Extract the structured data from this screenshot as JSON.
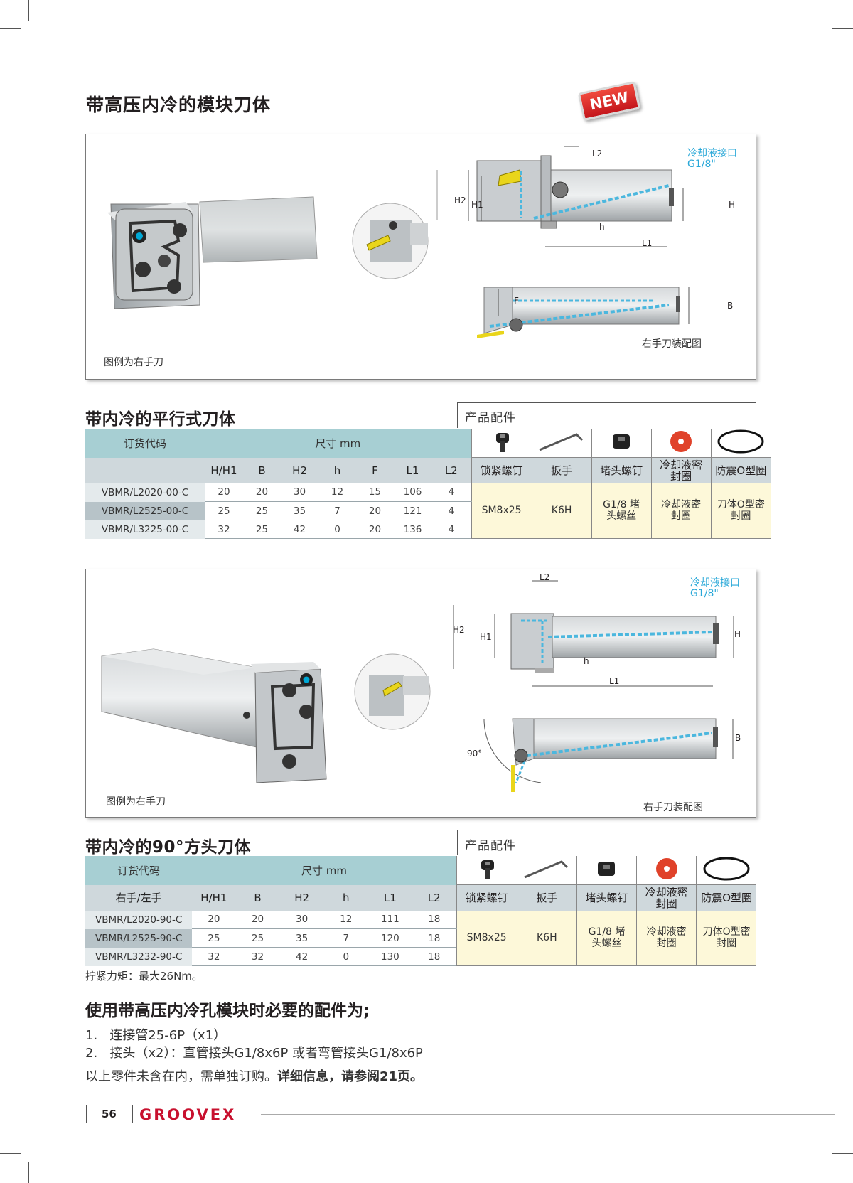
{
  "page": {
    "main_title": "带高压内冷的模块刀体",
    "badge": "NEW",
    "page_number": "56",
    "brand": "GROOVEX"
  },
  "figure1": {
    "caption_left": "图例为右手刀",
    "caption_right": "右手刀装配图",
    "coolant_label_1": "冷却液接口",
    "coolant_label_2": "G1/8\"",
    "labels": [
      "L2",
      "H2",
      "H1",
      "H",
      "h",
      "L1",
      "F",
      "B"
    ]
  },
  "figure2": {
    "caption_left": "图例为右手刀",
    "caption_right": "右手刀装配图",
    "coolant_label_1": "冷却液接口",
    "coolant_label_2": "G1/8\"",
    "angle_label": "90°",
    "labels": [
      "L2",
      "H2",
      "H1",
      "H",
      "h",
      "L1",
      "B"
    ]
  },
  "table1": {
    "title": "带内冷的平行式刀体",
    "accessories_title": "产品配件",
    "order_code_header": "订货代码",
    "dims_header": "尺寸 mm",
    "columns": [
      "H/H1",
      "B",
      "H2",
      "h",
      "F",
      "L1",
      "L2"
    ],
    "rows": [
      {
        "code": "VBMR/L2020-00-C",
        "values": [
          "20",
          "20",
          "30",
          "12",
          "15",
          "106",
          "4"
        ]
      },
      {
        "code": "VBMR/L2525-00-C",
        "values": [
          "25",
          "25",
          "35",
          "7",
          "20",
          "121",
          "4"
        ]
      },
      {
        "code": "VBMR/L3225-00-C",
        "values": [
          "32",
          "25",
          "42",
          "0",
          "20",
          "136",
          "4"
        ]
      }
    ],
    "accessories": [
      {
        "icon": "screw-icon",
        "header": "锁紧螺钉",
        "value": "SM8x25"
      },
      {
        "icon": "wrench-icon",
        "header": "扳手",
        "value": "K6H"
      },
      {
        "icon": "plug-screw-icon",
        "header": "堵头螺钉",
        "value": "G1/8 堵头螺丝"
      },
      {
        "icon": "seal-ring-icon",
        "header": "冷却液密封圈",
        "value": "冷却液密封圈"
      },
      {
        "icon": "o-ring-icon",
        "header": "防震O型圈",
        "value": "刀体O型密封圈"
      }
    ]
  },
  "table2": {
    "title": "带内冷的90°方头刀体",
    "accessories_title": "产品配件",
    "order_code_header": "订货代码",
    "dims_header": "尺寸 mm",
    "hand_header": "右手/左手",
    "columns": [
      "H/H1",
      "B",
      "H2",
      "h",
      "L1",
      "L2"
    ],
    "rows": [
      {
        "code": "VBMR/L2020-90-C",
        "values": [
          "20",
          "20",
          "30",
          "12",
          "111",
          "18"
        ]
      },
      {
        "code": "VBMR/L2525-90-C",
        "values": [
          "25",
          "25",
          "35",
          "7",
          "120",
          "18"
        ]
      },
      {
        "code": "VBMR/L3232-90-C",
        "values": [
          "32",
          "32",
          "42",
          "0",
          "130",
          "18"
        ]
      }
    ],
    "accessories": [
      {
        "icon": "screw-icon",
        "header": "锁紧螺钉",
        "value": "SM8x25"
      },
      {
        "icon": "wrench-icon",
        "header": "扳手",
        "value": "K6H"
      },
      {
        "icon": "plug-screw-icon",
        "header": "堵头螺钉",
        "value": "G1/8 堵头螺丝"
      },
      {
        "icon": "seal-ring-icon",
        "header": "冷却液密封圈",
        "value": "冷却液密封圈"
      },
      {
        "icon": "o-ring-icon",
        "header": "防震O型圈",
        "value": "刀体O型密封圈"
      }
    ],
    "torque_note": "拧紧力矩：最大26Nm。"
  },
  "requirements": {
    "title": "使用带高压内冷孔模块时必要的配件为;",
    "items": [
      "1.   连接管25-6P（x1）",
      "2.   接头（x2）：直管接头G1/8x6P 或者弯管接头G1/8x6P"
    ],
    "note_plain": "以上零件未含在内，需单独订购。",
    "note_bold": "详细信息，请参阅21页。"
  }
}
